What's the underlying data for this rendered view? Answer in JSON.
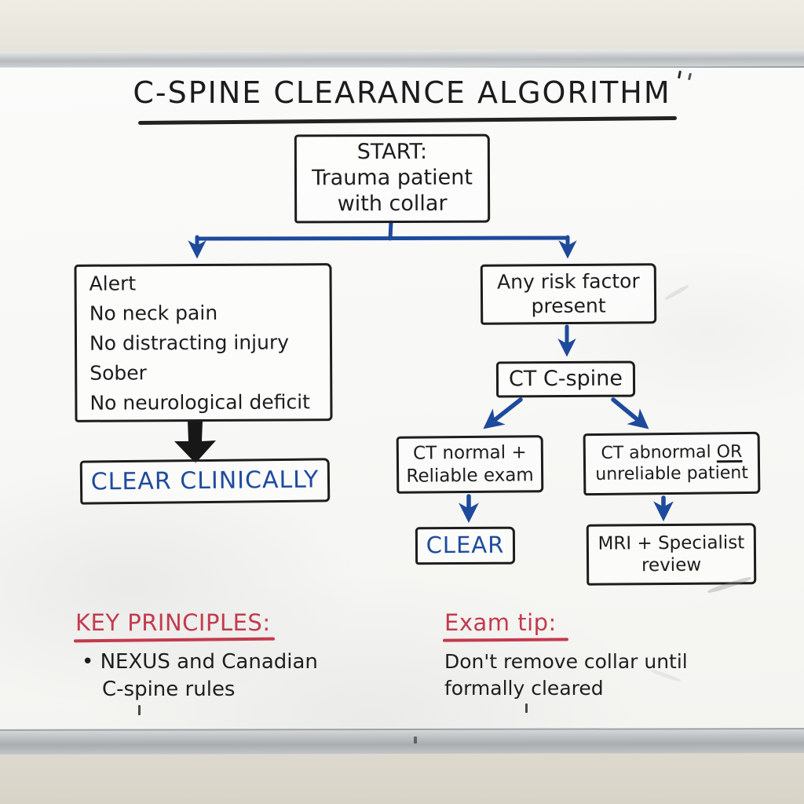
{
  "title": {
    "text": "C-SPINE CLEARANCE ALGORITHM"
  },
  "flowchart": {
    "start": {
      "line1": "START:",
      "line2": "Trauma patient",
      "line3": "with collar"
    },
    "criteria": {
      "items": [
        "Alert",
        "No neck pain",
        "No distracting injury",
        "Sober",
        "No neurological deficit"
      ]
    },
    "clear_clinically": {
      "label": "CLEAR CLINICALLY"
    },
    "risk_factor": {
      "line1": "Any risk factor",
      "line2": "present"
    },
    "ct_cspine": {
      "label": "CT C-spine"
    },
    "ct_normal": {
      "line1": "CT normal +",
      "line2": "Reliable exam"
    },
    "ct_abnormal": {
      "line1_text": "CT abnormal ",
      "line1_or": "OR",
      "line2": "unreliable patient"
    },
    "clear": {
      "label": "CLEAR"
    },
    "mri": {
      "line1": "MRI + Specialist",
      "line2": "review"
    }
  },
  "notes": {
    "key_principles": {
      "heading": "KEY PRINCIPLES:",
      "bullet_glyph": "•",
      "line1": "NEXUS and Canadian",
      "line2": "C-spine rules"
    },
    "exam_tip": {
      "heading": "Exam tip:",
      "line1": "Don't remove collar until",
      "line2": "formally cleared"
    }
  },
  "colors": {
    "marker_black": "#1d1d1d",
    "marker_blue": "#1e4b9e",
    "marker_red": "#c23b4d",
    "board": "#f8f8f6",
    "frame_silver": "#b7bbbe",
    "wall": "#eae7dd"
  }
}
